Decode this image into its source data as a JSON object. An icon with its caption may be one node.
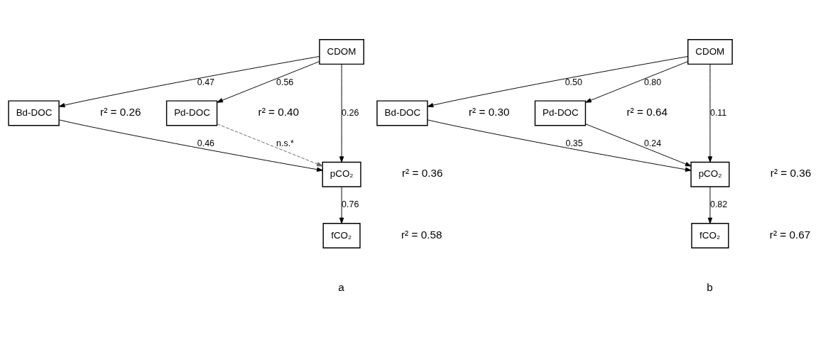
{
  "diagram": {
    "nodes": [
      {
        "text": [
          "CDOM"
        ]
      },
      {
        "text": [
          "Bd-DOC"
        ],
        "beside": [
          "r² = 0.26"
        ]
      },
      {
        "text": [
          "Pd-DOC"
        ],
        "beside": [
          "r² = 0.40"
        ]
      },
      {
        "text": [
          "pCO₂"
        ],
        "beside": [
          "r² = 0.36"
        ]
      },
      {
        "text": [
          "fCO₂"
        ],
        "beside": [
          "r² = 0.58"
        ]
      },
      {
        "text": [
          "CDOM"
        ]
      },
      {
        "text": [
          "Bd-DOC"
        ],
        "beside": [
          "r² = 0.30"
        ]
      },
      {
        "text": [
          "Pd-DOC"
        ],
        "beside": [
          "r² = 0.64"
        ]
      },
      {
        "text": [
          "pCO₂"
        ],
        "beside": [
          "r² = 0.36"
        ]
      },
      {
        "text": [
          "fCO₂"
        ],
        "beside": [
          "r² = 0.67"
        ]
      }
    ],
    "edges": [
      {
        "from": 0,
        "to": 1,
        "arrow": "to",
        "label": "0.47"
      },
      {
        "from": 0,
        "to": 3,
        "arrow": "to",
        "label": "0.26"
      },
      {
        "from": 0,
        "to": 2,
        "arrow": "to",
        "label": "0.56"
      },
      {
        "from": 1,
        "to": 3,
        "arrow": "to",
        "label": "0.46"
      },
      {
        "from": 2,
        "to": 3,
        "arrow": "to",
        "label": "n.s.*",
        "style": "dashed",
        "color": "#666666"
      },
      {
        "from": 3,
        "to": 4,
        "arrow": "to",
        "label": "0.76"
      },
      {
        "from": 5,
        "to": 6,
        "arrow": "to",
        "label": "0.50"
      },
      {
        "from": 5,
        "to": 8,
        "arrow": "to",
        "label": "0.11"
      },
      {
        "from": 5,
        "to": 7,
        "arrow": "to",
        "label": "0.80"
      },
      {
        "from": 6,
        "to": 8,
        "arrow": "to",
        "label": "0.35"
      },
      {
        "from": 7,
        "to": 8,
        "arrow": "to",
        "label": "0.24"
      },
      {
        "from": 8,
        "to": 9,
        "arrow": "to",
        "label": "0.82"
      }
    ],
    "labels": [
      "a",
      "b"
    ]
  }
}
